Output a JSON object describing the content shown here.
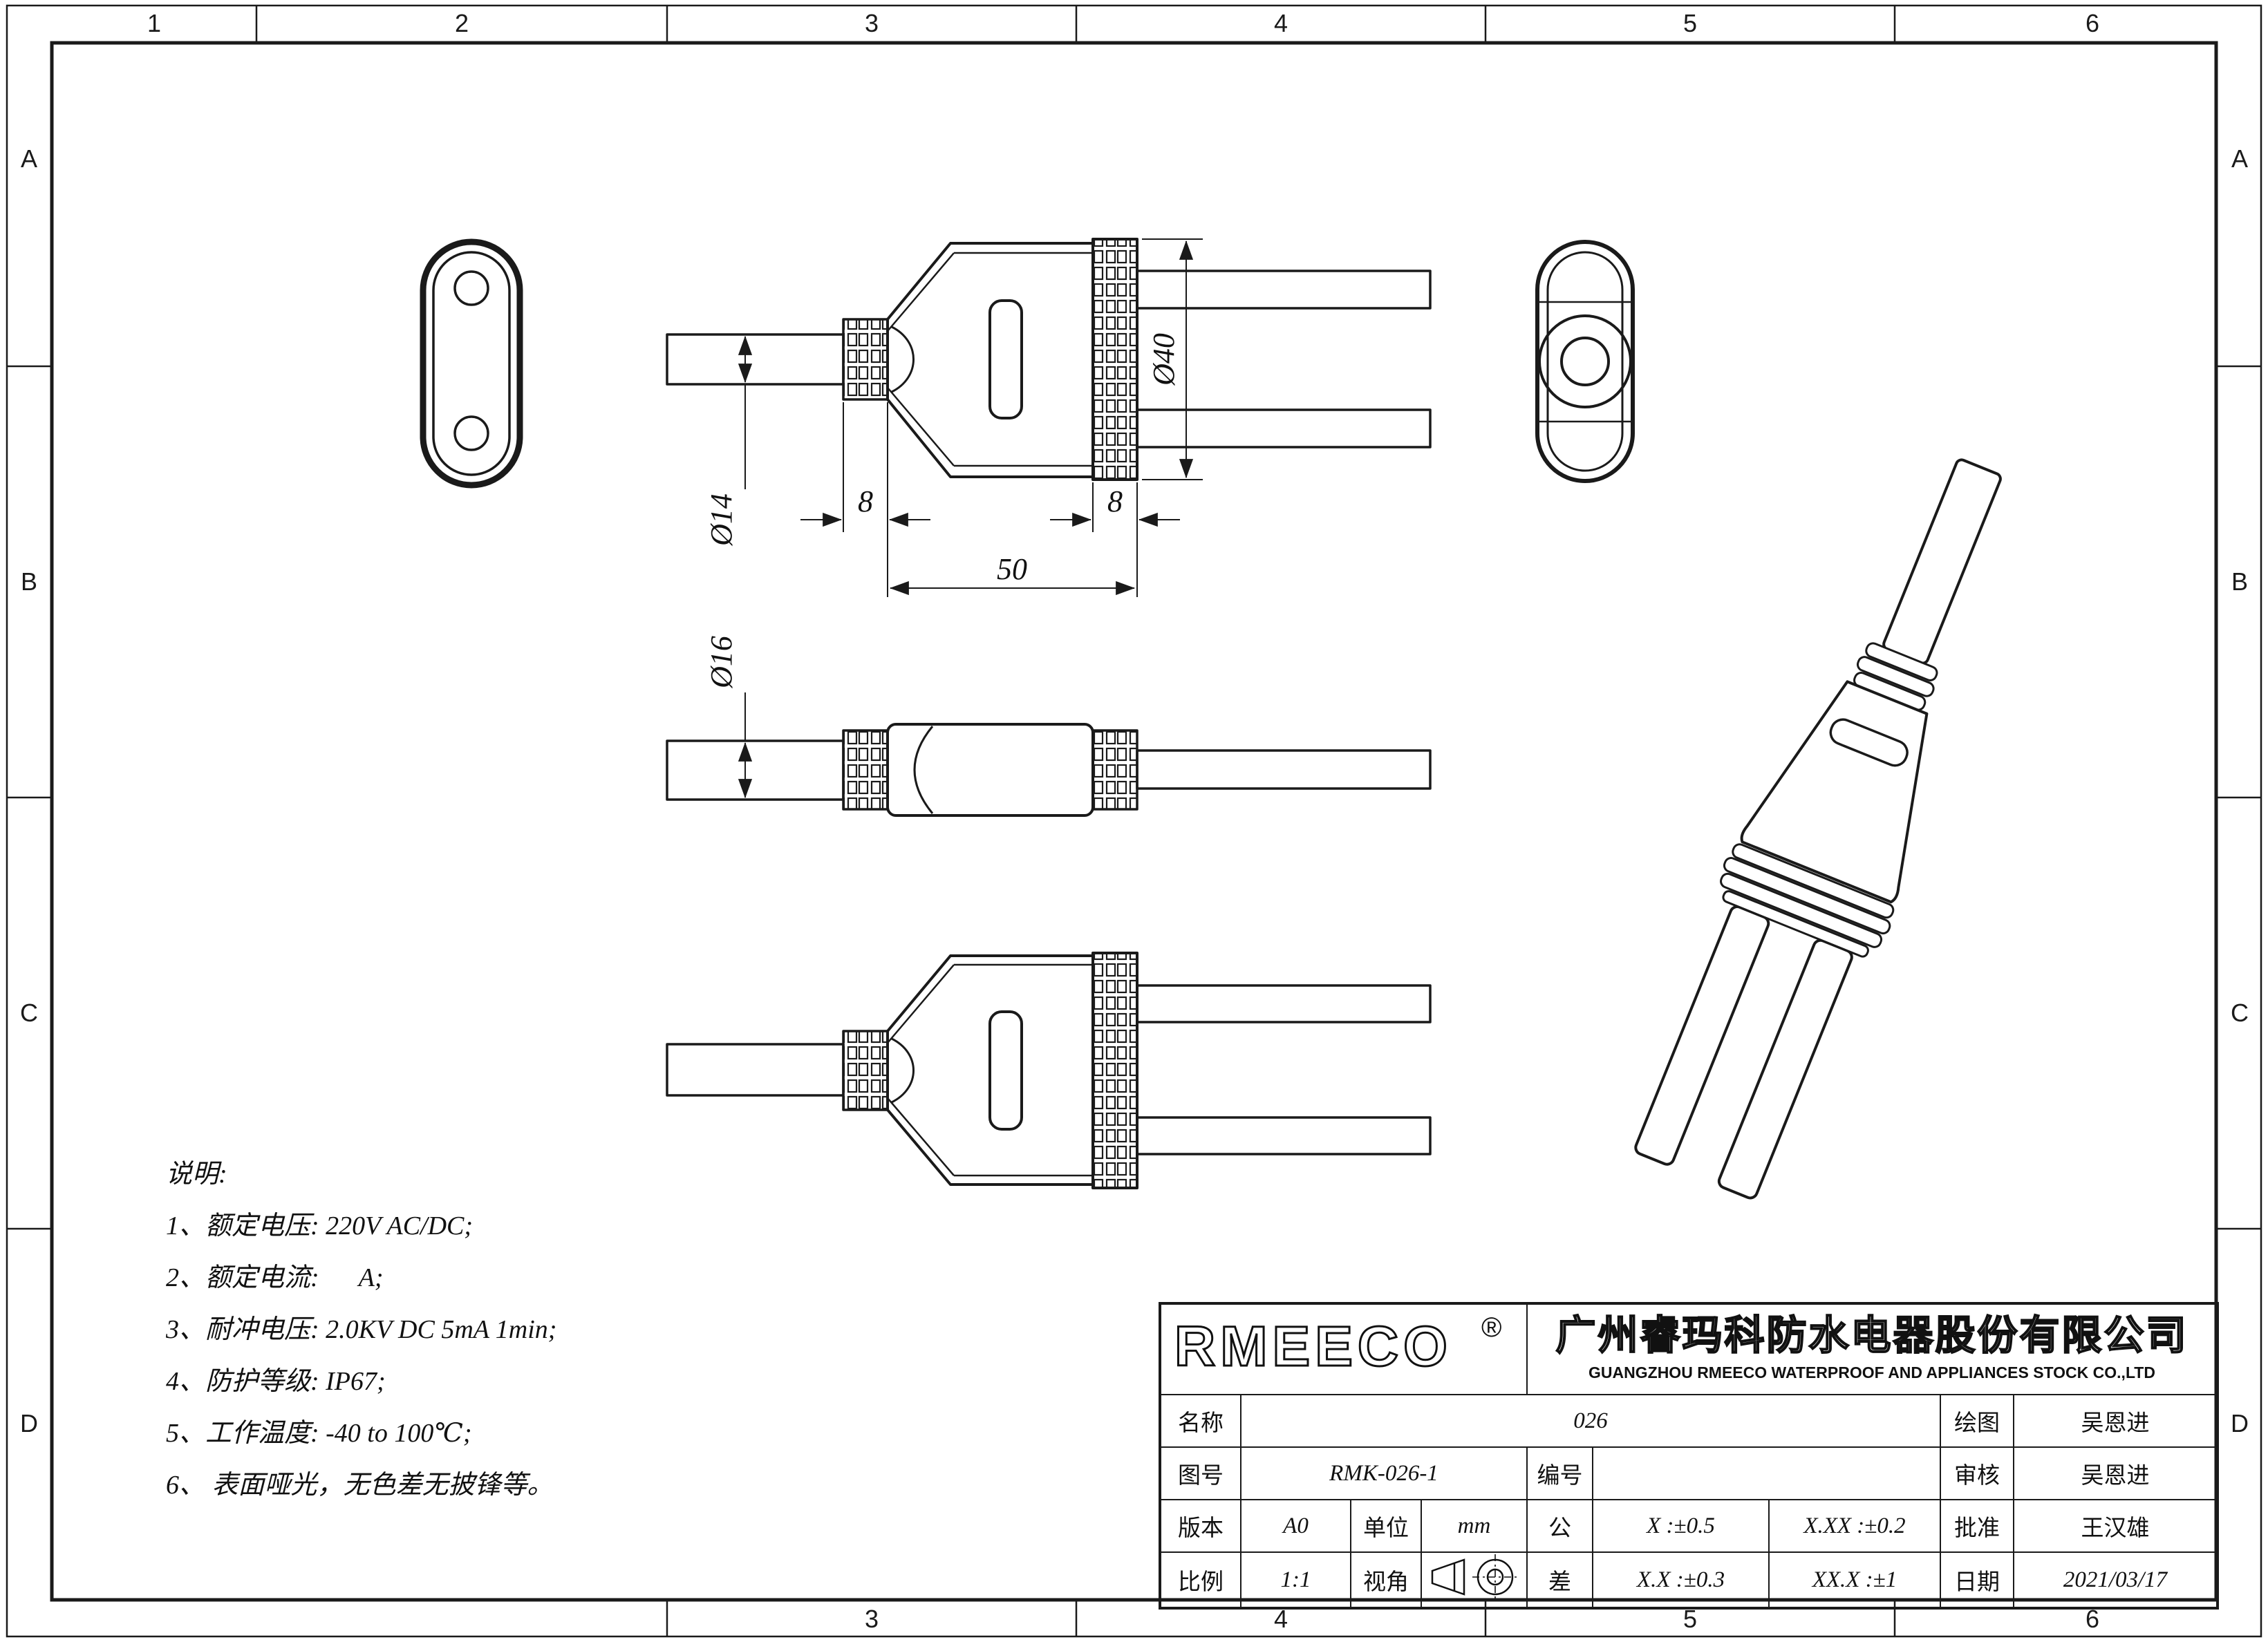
{
  "sheet": {
    "bg": "#ffffff",
    "line_color": "#1a1a1a"
  },
  "zones": {
    "top": [
      "1",
      "2",
      "3",
      "4",
      "5",
      "6"
    ],
    "bottom": [
      "3",
      "4",
      "5",
      "6"
    ],
    "left": [
      "A",
      "B",
      "C",
      "D"
    ],
    "right": [
      "A",
      "B",
      "C",
      "D"
    ]
  },
  "dims": {
    "body_dia": "Ø40",
    "cable_dia": "Ø14",
    "connector_dia": "Ø16",
    "gland_left": "8",
    "gland_right": "8",
    "body_length": "50"
  },
  "notes": {
    "title": "说明:",
    "lines": [
      "1、额定电压: 220V AC/DC;",
      "2、额定电流:      A;",
      "3、耐冲电压: 2.0KV DC 5mA 1min;",
      "4、防护等级: IP67;",
      "5、工作温度: -40 to 100℃;",
      "6、 表面哑光，无色差无披锋等。"
    ]
  },
  "title_block": {
    "logo": "RMEECO",
    "logo_reg": "®",
    "company_cn": "广州睿玛科防水电器股份有限公司",
    "company_en": "GUANGZHOU RMEECO WATERPROOF AND APPLIANCES STOCK CO.,LTD",
    "name_label": "名称",
    "name_value": "026",
    "drawing_no_label": "图号",
    "drawing_no_value": "RMK-026-1",
    "serial_label": "编号",
    "serial_value": "",
    "version_label": "版本",
    "version_value": "A0",
    "unit_label": "单位",
    "unit_value": "mm",
    "scale_label": "比例",
    "scale_value": "1:1",
    "view_angle_label": "视角",
    "tolerance_label_top": "公",
    "tolerance_label_bottom": "差",
    "tol_x": "X   :±0.5",
    "tol_xx": "X.XX :±0.2",
    "tol_x1": "X.X :±0.3",
    "tol_xx1": "XX.X :±1",
    "drawn_label": "绘图",
    "drawn_value": "吴恩进",
    "checked_label": "审核",
    "checked_value": "吴恩进",
    "approved_label": "批准",
    "approved_value": "王汉雄",
    "date_label": "日期",
    "date_value": "2021/03/17"
  },
  "icons": {
    "projection_cone": "first-angle-cone-icon",
    "projection_circles": "first-angle-circles-icon"
  }
}
